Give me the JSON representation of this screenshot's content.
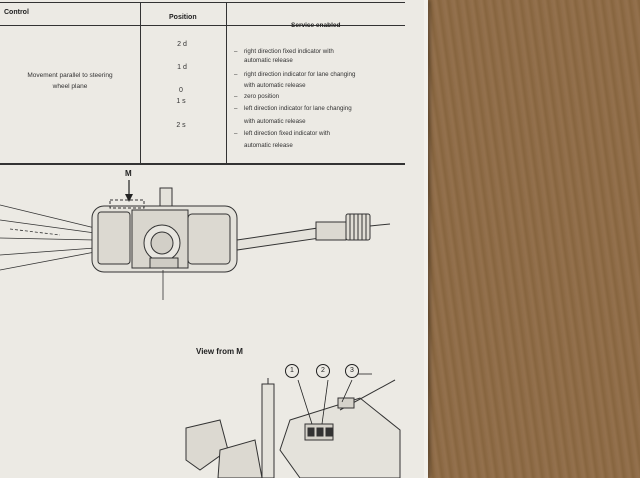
{
  "table": {
    "headers": {
      "control": "Control",
      "position": "Position",
      "service": "Service enabled"
    },
    "control_text": [
      "Movement parallel to steering",
      "wheel plane"
    ],
    "positions": [
      "2 d",
      "1 d",
      "0",
      "1 s",
      "2 s"
    ],
    "services": [
      "right direction fixed indicator with",
      "automatic release",
      "right direction indicator for lane changing",
      "with automatic release",
      "zero position",
      "left direction indicator for lane changing",
      "with automatic release",
      "left direction fixed indicator with",
      "automatic release"
    ]
  },
  "diagram": {
    "arrow_label": "M",
    "view_label": "View from M",
    "callouts": [
      "1",
      "2",
      "3"
    ]
  }
}
